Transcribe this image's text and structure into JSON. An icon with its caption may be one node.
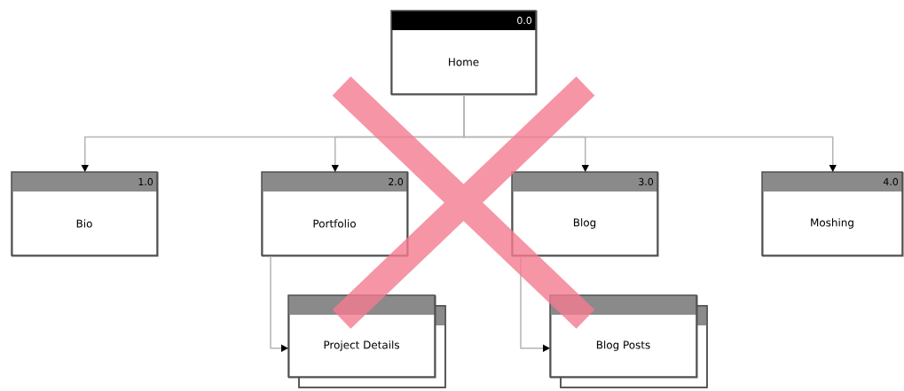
{
  "diagram": {
    "nodes": [
      {
        "text": [
          "0.0",
          "Home"
        ]
      },
      {
        "text": [
          "1.0",
          "Bio"
        ]
      },
      {
        "text": [
          "2.0",
          "Portfolio"
        ]
      },
      {
        "text": [
          "3.0",
          "Blog"
        ]
      },
      {
        "text": [
          "4.0",
          "Moshing"
        ]
      },
      {
        "text": [
          "Project Details"
        ]
      },
      {
        "text": [
          "Blog Posts"
        ]
      }
    ],
    "edges": [
      {
        "from": 0,
        "to": 1,
        "arrow": "to"
      },
      {
        "from": 0,
        "to": 2,
        "arrow": "to"
      },
      {
        "from": 0,
        "to": 3,
        "arrow": "to"
      },
      {
        "from": 0,
        "to": 4,
        "arrow": "to"
      },
      {
        "from": 2,
        "to": 5,
        "arrow": "to"
      },
      {
        "from": 3,
        "to": 6,
        "arrow": "to"
      }
    ]
  }
}
